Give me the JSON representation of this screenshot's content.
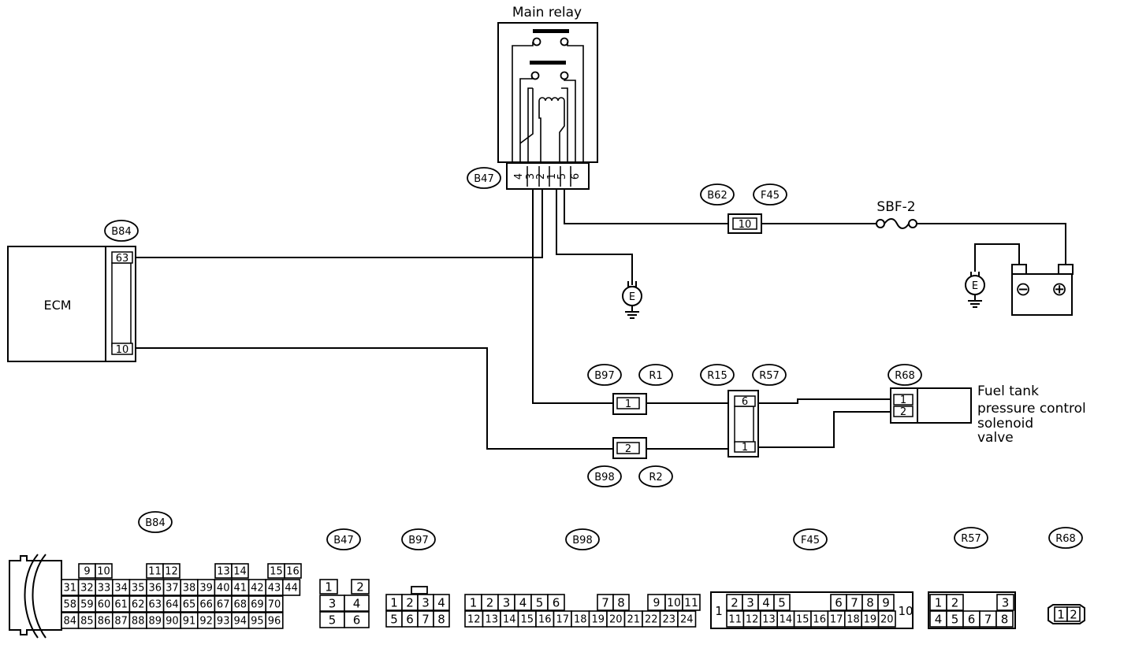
{
  "main_relay": {
    "label": "Main relay",
    "connector": "B47",
    "pins": [
      "4",
      "3",
      "2",
      "1",
      "5",
      "6"
    ]
  },
  "ecm": {
    "label": "ECM",
    "connector": "B84",
    "pins": [
      "63",
      "10"
    ]
  },
  "fuse": {
    "label": "SBF-2",
    "connectors": [
      "B62",
      "F45"
    ],
    "pin": "10"
  },
  "ground_symbol": "E",
  "battery": {
    "terminals": [
      "⊖",
      "⊕"
    ]
  },
  "wire_connectors": {
    "upper": {
      "left": "B97",
      "right": "R1",
      "pin": "1"
    },
    "lower": {
      "left": "B98",
      "right": "R2",
      "pin": "2"
    }
  },
  "junction": {
    "connectors": [
      "R15",
      "R57"
    ],
    "pins": [
      "6",
      "1"
    ]
  },
  "solenoid": {
    "connector": "R68",
    "pins": [
      "1",
      "2"
    ],
    "label_lines": [
      "Fuel tank",
      "pressure control",
      "solenoid",
      "valve"
    ]
  },
  "connector_views": {
    "B84": {
      "tag": "B84",
      "rows": [
        [
          "9",
          "10",
          "11",
          "12",
          "13",
          "14",
          "15",
          "16"
        ],
        [
          "31",
          "32",
          "33",
          "34",
          "35",
          "36",
          "37",
          "38",
          "39",
          "40",
          "41",
          "42",
          "43",
          "44"
        ],
        [
          "58",
          "59",
          "60",
          "61",
          "62",
          "63",
          "64",
          "65",
          "66",
          "67",
          "68",
          "69",
          "70"
        ],
        [
          "84",
          "85",
          "86",
          "87",
          "88",
          "89",
          "90",
          "91",
          "92",
          "93",
          "94",
          "95",
          "96"
        ]
      ]
    },
    "B47": {
      "tag": "B47",
      "rows": [
        [
          "1",
          "2"
        ],
        [
          "3",
          "4"
        ],
        [
          "5",
          "6"
        ]
      ]
    },
    "B97": {
      "tag": "B97",
      "rows": [
        [
          "1",
          "2",
          "3",
          "4"
        ],
        [
          "5",
          "6",
          "7",
          "8"
        ]
      ]
    },
    "B98": {
      "tag": "B98",
      "rows": [
        [
          "1",
          "2",
          "3",
          "4",
          "5",
          "6",
          "7",
          "8",
          "9",
          "10",
          "11"
        ],
        [
          "12",
          "13",
          "14",
          "15",
          "16",
          "17",
          "18",
          "19",
          "20",
          "21",
          "22",
          "23",
          "24"
        ]
      ]
    },
    "F45": {
      "tag": "F45",
      "side": [
        "1",
        "10"
      ],
      "rows": [
        [
          "2",
          "3",
          "4",
          "5",
          "6",
          "7",
          "8",
          "9"
        ],
        [
          "11",
          "12",
          "13",
          "14",
          "15",
          "16",
          "17",
          "18",
          "19",
          "20"
        ]
      ]
    },
    "R57": {
      "tag": "R57",
      "rows": [
        [
          "1",
          "2",
          "3"
        ],
        [
          "4",
          "5",
          "6",
          "7",
          "8"
        ]
      ]
    },
    "R68": {
      "tag": "R68",
      "rows": [
        [
          "1",
          "2"
        ]
      ]
    }
  }
}
